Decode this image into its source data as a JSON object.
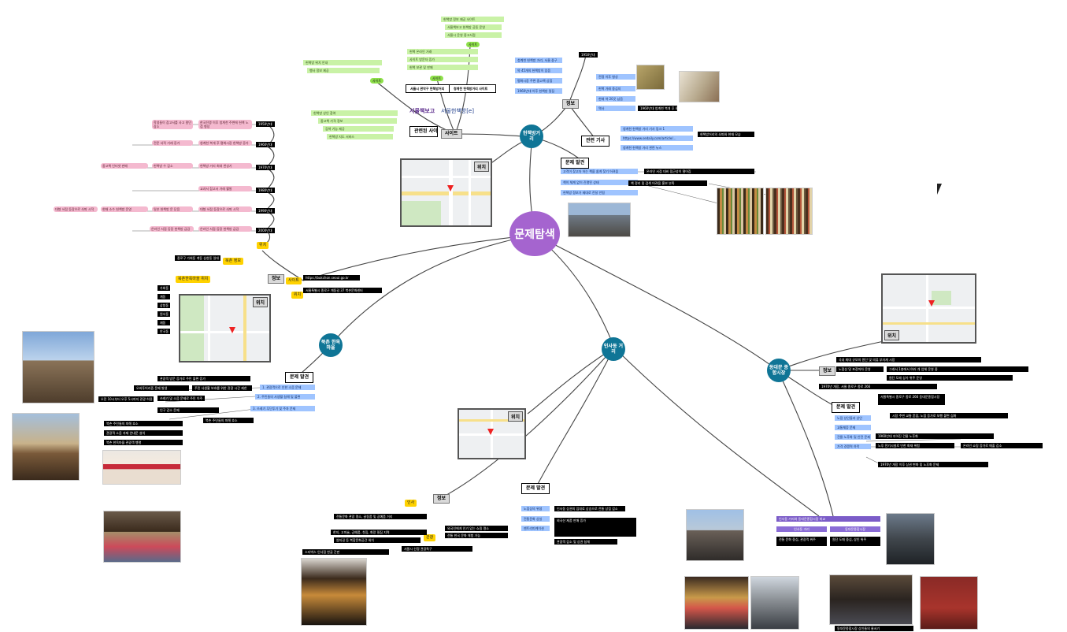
{
  "center": {
    "label": "문제탐색"
  },
  "hubs": {
    "bookstreet": "헌책방거리",
    "bukchon": "북촌 한옥마을",
    "insadong": "인사동 거리",
    "dongdaemun": "동대문 종합시장"
  },
  "common": {
    "info": "정보",
    "problem": "문제 발견",
    "location": "위치",
    "articles": "관련 기사"
  },
  "bookstreet": {
    "chips": {
      "year": "1950년대",
      "site": "사이트",
      "loc": "위치",
      "history": "역사"
    },
    "lime_note": "관련된 사이트 정보",
    "logo1": "서울책보고",
    "logo2": "서울헌책방[e]",
    "ref_left": "서울시 관악구 헌책방거리",
    "ref_right": "청계천 헌책방거리 사이트",
    "info_notes": [
      "청계천 헌책방 거리, 서울 중구",
      "약 45개의 헌책방이 있음",
      "평화시장 주변 중고책 상점",
      "1960년대 이후 헌책방 밀집"
    ],
    "top_black": "1950년대",
    "history_black": "1960년대 청계천 복개 후 평화시장 인근 헌책방 형성",
    "sub_notes": [
      "전쟁 이후 형성",
      "헌책 거래 중심지",
      "현재 약 20곳 남음"
    ],
    "article_links": [
      "청계천 헌책방 거리 기사 링크 1",
      "https://www.sedaily.com/article/...",
      "청계천 헌책방 거리 관련 뉴스"
    ],
    "article_note": "헌책방거리의 쇠퇴와 현재 모습",
    "problem_items": [
      "고객이 찾고자 하는 책을 쉽게 찾기 어려움",
      "책이 체계 없이 진열된 상태",
      "헌책방 정보가 제대로 전달 안됨"
    ],
    "problem_notes": [
      "온라인 서점 대비 접근성이 떨어짐",
      "책 정리 및 검색 어려움 홍보 부족"
    ],
    "pink_years": [
      "1950년대",
      "1960년대",
      "1970년대",
      "1980년대",
      "1990년대",
      "2000년대"
    ],
    "pink_texts": [
      "한국전쟁 이후 청계천 주변에 헌책 노점 형성",
      "청계천 복개 후 평화시장 헌책방 증가",
      "헌책방 거리 최대 번성기",
      "교과서 참고서 거래 활발",
      "대형 서점 등장으로 쇠퇴 시작",
      "온라인 서점 등장 헌책방 급감",
      "학생들이 참고서를 사고 팔던 장소",
      "전문 서적 거래 증가",
      "헌책방 수 감소",
      "일부 헌책방 문 닫음",
      "중고책 인터넷 판매",
      "현재 소수 헌책방 운영"
    ],
    "green_texts": [
      "헌책방 정보 제공 사이트",
      "서울책보고 헌책방 공동 운영",
      "서울시 운영 중고서점",
      "헌책 온라인 거래",
      "사이트 방문자 증가",
      "헌책 보관 및 판매",
      "헌책방 위치 안내",
      "행사 정보 제공",
      "헌책방 상인 참여",
      "중고책 가격 정보",
      "검색 기능 제공",
      "헌책방 지도 서비스"
    ]
  },
  "bukchon": {
    "info_yellow": [
      "북촌 정보",
      "북촌한옥마을 위치",
      "사이트",
      "위치"
    ],
    "info_black": [
      "종로구 가회동 계동 삼청동 일대",
      "전통 한옥이 밀집한 주거 지역"
    ],
    "site_link": "https://bukchon.seoul.go.kr",
    "loc_note": "서울특별시 종로구 계동길 37 북촌문화센터",
    "side_list": [
      "가회동",
      "계동",
      "삼청동",
      "원서동",
      "재동",
      "안국동"
    ],
    "problem_items": [
      "1. 관광객으로 인한 소음 문제",
      "2. 주민들의 사생활 침해 및 불편",
      "3. 쓰레기 무단투기 및 주차 문제"
    ],
    "problem_notes": [
      "관광객 방문 증가로 주민 불편 증가",
      "오버투어리즘 문제 발생",
      "주민 사생활 보호를 위한 관광 시간 제한",
      "오전 10시부터 오후 5시까지 관광 허용",
      "쓰레기 및 소음 문제로 주민 이주",
      "인구 감소 문제"
    ],
    "photo_notes": [
      "북촌 주민들의 피해 호소",
      "관광객 소음 자제 안내문 설치",
      "북촌 한옥마을 관광객 행렬"
    ]
  },
  "insadong": {
    "info": "정보",
    "tags": [
      "인사",
      "관광"
    ],
    "info_notes": [
      "전통문화 관광 명소, 골동품 및 공예품 거리",
      "한지, 고미술, 공예품, 찻집, 화랑 밀집 지역",
      "쌈지길 등 복합문화공간 위치"
    ],
    "photo_note": "스타벅스 인사점 한글 간판",
    "tour_notes": [
      "외국인에게 인기 있는 쇼핑 명소",
      "전통 한국 문화 체험 가능",
      "서울시 선정 관광특구"
    ],
    "problem_items": [
      "노점상의 위생",
      "전통문화 상실",
      "젠트리피케이션"
    ],
    "problem_notes": [
      "인사동 상권의 임대료 상승으로 전통 상점 감소",
      "외국산 제품 판매 증가",
      "관광객 감소 및 상권 침체"
    ]
  },
  "dongdaemun": {
    "info_notes": [
      "국내 최대 규모의 원단 및 의류 부자재 시장",
      "노점상 및 포장마차 운영",
      "1970년 개장, 서울 종로구 종로 266",
      "교통 편리, 지하철 1호선 4호선 동대문역"
    ],
    "side_notes": [
      "그래서 1층에서 여러 개 업체 운영 중",
      "원단 도매 상가 위주 운영",
      "동대문종합시장 위치 정보 https://..."
    ],
    "address": "서울특별시 종로구 종로 266 동대문종합시장",
    "problem_items": [
      "노점 상인들과 상인",
      "교통체증 문제",
      "건물 노후화 및 안전 문제",
      "가격 경쟁력 하락"
    ],
    "problem_notes": [
      "시장 주변 교통 혼잡, 노점 증가로 보행 불편 심화",
      "1960년대 지어진 건물 노후화",
      "노후 전기시설로 인한 화재 위험",
      "온라인 쇼핑 증가로 매출 감소"
    ],
    "bottom_note": "1970년 개장 이후 상권 변화 및 노후화 문제",
    "compare_title": "인사동 거리와 동대문종합시장 비교",
    "compare_headers": [
      "인사동 거리",
      "동대문종합시장"
    ],
    "compare_cells": [
      "전통 문화 중심, 관광객 위주",
      "원단 도매 중심, 상인 위주"
    ],
    "photo_caption": "동대문종합시장 상인들의 줄서기"
  },
  "colors": {
    "center": "#a564cf",
    "hub": "#0f7596",
    "line": "#444444"
  }
}
